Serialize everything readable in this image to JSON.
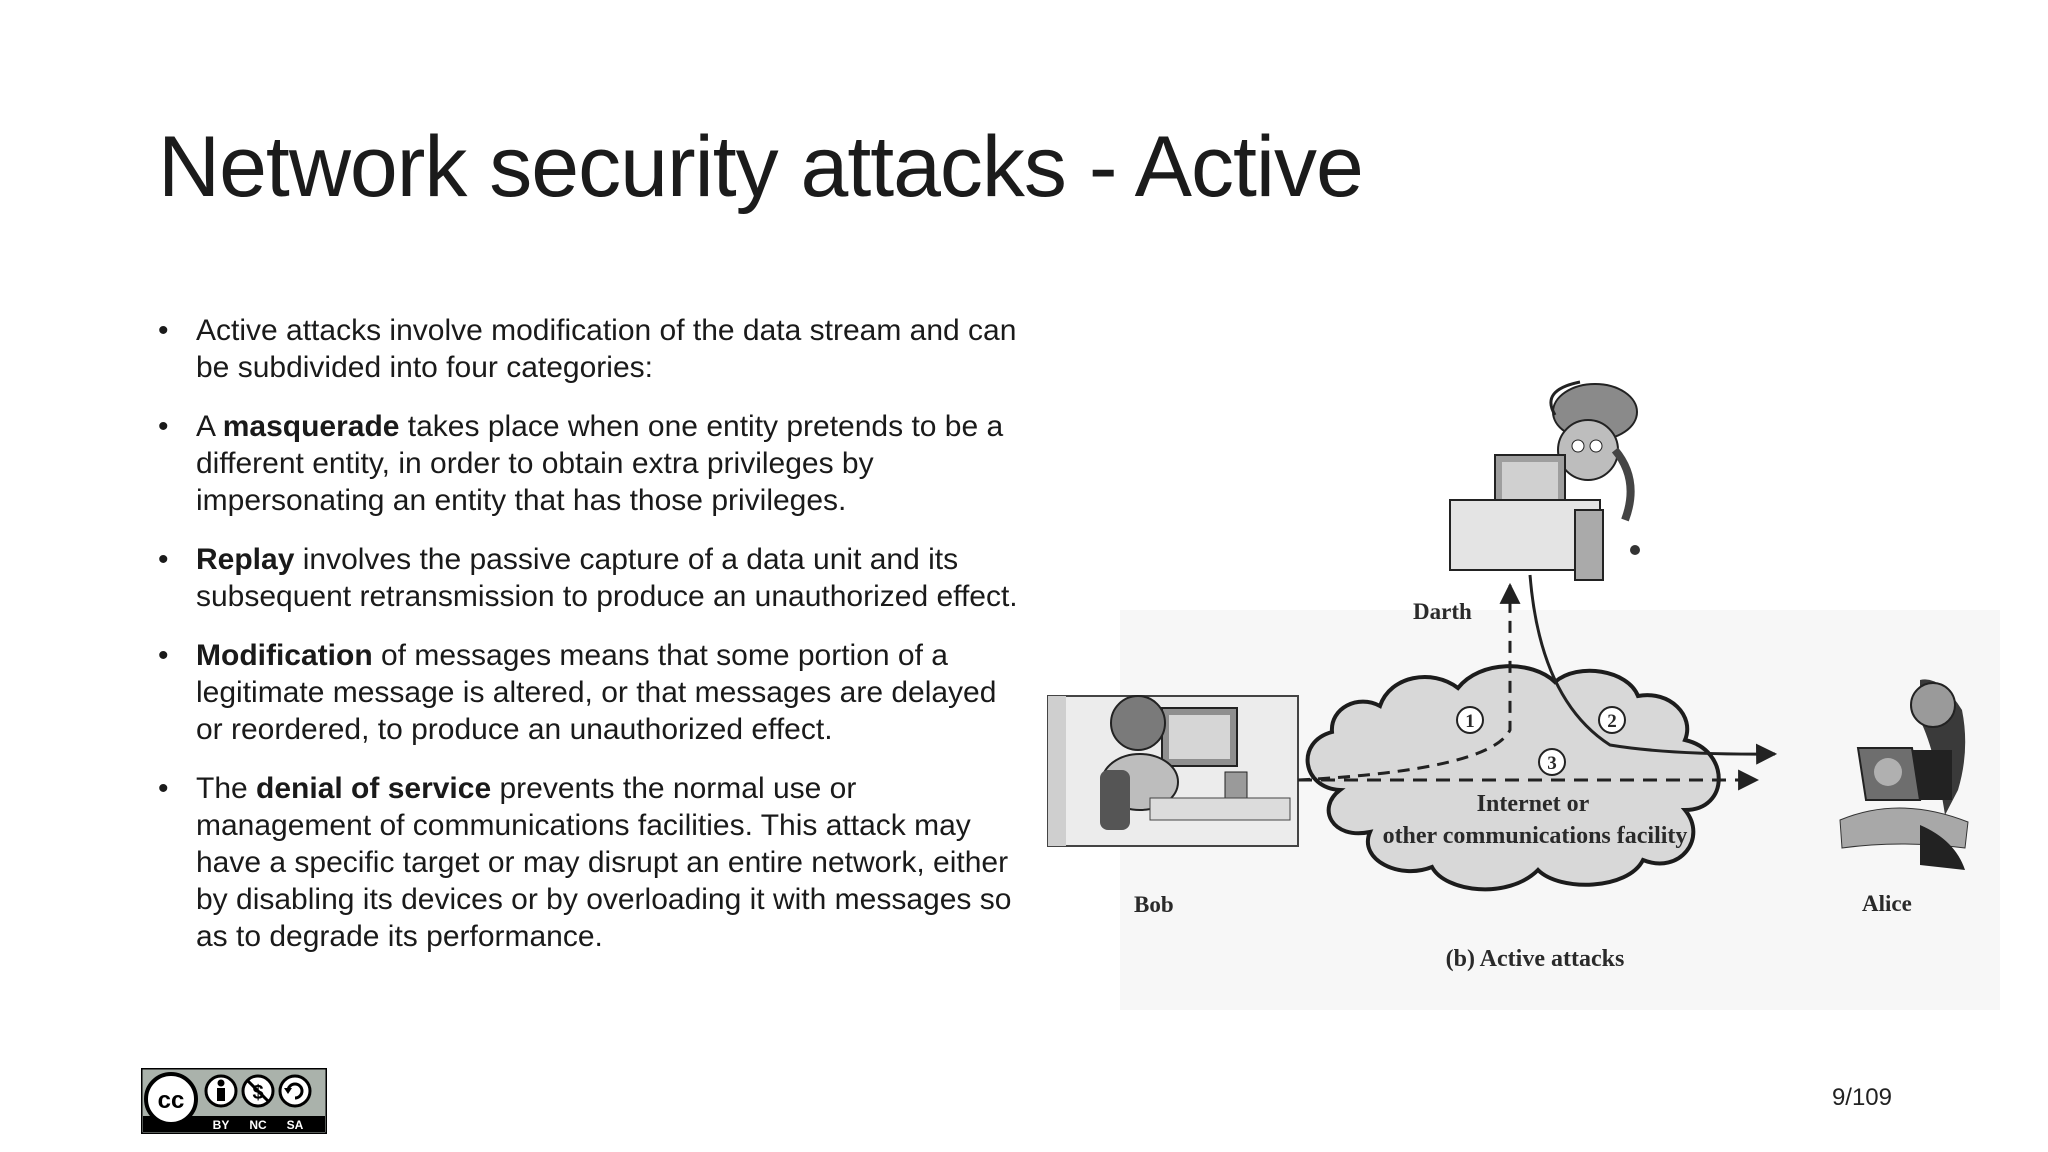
{
  "slide": {
    "title": "Network security attacks - Active",
    "bullets": [
      {
        "parts": [
          {
            "text": "Active attacks involve modification of the data stream and can be subdivided into four categories:",
            "bold": false
          }
        ]
      },
      {
        "parts": [
          {
            "text": "A ",
            "bold": false
          },
          {
            "text": "masquerade",
            "bold": true
          },
          {
            "text": " takes place when one entity pretends to be a different entity, in order to obtain extra privileges by impersonating an entity that has those privileges.",
            "bold": false
          }
        ]
      },
      {
        "parts": [
          {
            "text": "Replay",
            "bold": true
          },
          {
            "text": " involves the passive capture of a data unit and its subsequent retransmission to produce an unauthorized effect.",
            "bold": false
          }
        ]
      },
      {
        "parts": [
          {
            "text": "Modification",
            "bold": true
          },
          {
            "text": " of messages means that some portion of a legitimate message is altered, or that messages are delayed or reordered, to produce an unauthorized effect.",
            "bold": false
          }
        ]
      },
      {
        "parts": [
          {
            "text": "The ",
            "bold": false
          },
          {
            "text": "denial of service",
            "bold": true
          },
          {
            "text": " prevents the normal use or management of communications facilities. This attack may have a specific target or may disrupt an entire network, either by disabling its devices or by overloading it with messages so as to degrade its performance.",
            "bold": false
          }
        ]
      }
    ],
    "page_number": "9/109"
  },
  "figure": {
    "darth_label": "Darth",
    "bob_label": "Bob",
    "alice_label": "Alice",
    "cloud_line1": "Internet or",
    "cloud_line2": "other communications facility",
    "marker1": "1",
    "marker2": "2",
    "marker3": "3",
    "caption": "(b) Active attacks"
  },
  "license": {
    "name": "Creative Commons BY-NC-SA",
    "cc": "cc",
    "by": "BY",
    "nc": "NC",
    "sa": "SA"
  }
}
